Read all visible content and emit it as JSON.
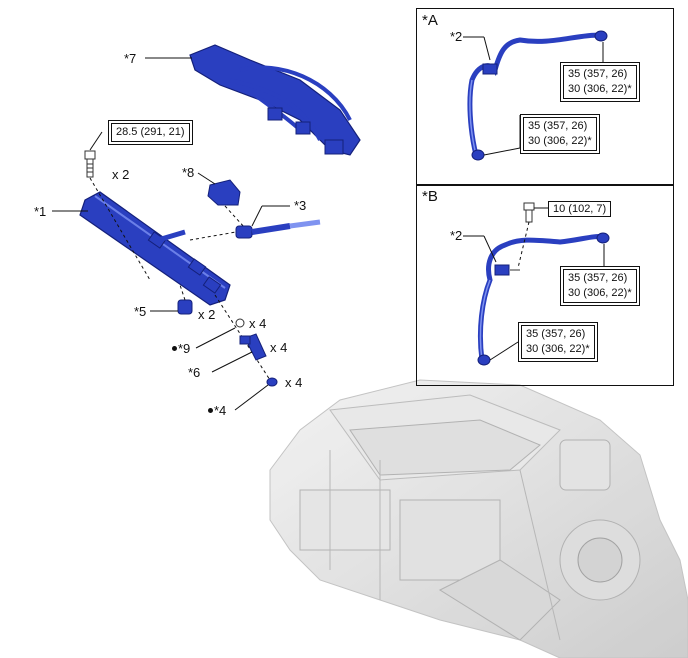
{
  "parts": {
    "p1": "*1",
    "p2a": "*2",
    "p2b": "*2",
    "p3": "*3",
    "p4": "*4",
    "p5": "*5",
    "p6": "*6",
    "p7": "*7",
    "p8": "*8",
    "p9": "*9"
  },
  "quantities": {
    "bolt": "x 2",
    "p5": "x 2",
    "p9": "x 4",
    "p6": "x 4",
    "p4": "x 4"
  },
  "torque": {
    "bolt": "28.5 (291, 21)",
    "panel_b_bolt": "10 (102, 7)",
    "a_upper_1": "35 (357, 26)",
    "a_upper_2": "30 (306, 22)*",
    "a_lower_1": "35 (357, 26)",
    "a_lower_2": "30 (306, 22)*",
    "b_upper_1": "35 (357, 26)",
    "b_upper_2": "30 (306, 22)*",
    "b_lower_1": "35 (357, 26)",
    "b_lower_2": "30 (306, 22)*"
  },
  "panels": {
    "a": "*A",
    "b": "*B"
  },
  "colors": {
    "part_blue": "#2a3fc0",
    "part_dark": "#14207a",
    "line": "#111111",
    "engine_gray": "#d9d9d9"
  }
}
